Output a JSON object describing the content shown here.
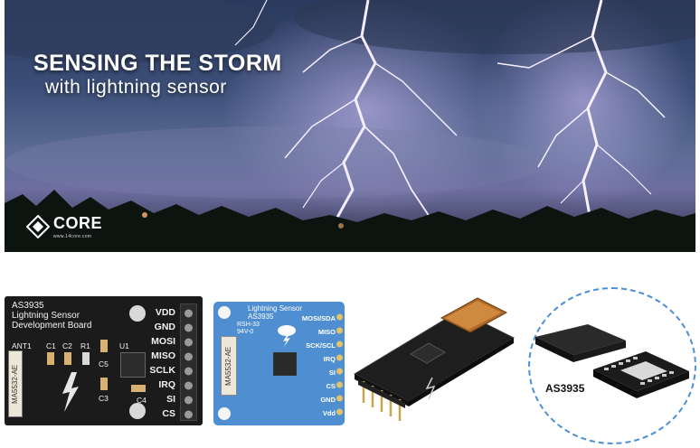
{
  "banner": {
    "title": "SENSING THE STORM",
    "subtitle": "with lightning sensor",
    "logo_word": "CORE",
    "logo_tagline": "www.14core.com",
    "logo_icon": "core-logo-icon"
  },
  "board1": {
    "title_lines": [
      "AS3935",
      "Lightning Sensor",
      "Development Board"
    ],
    "labels": [
      "ANT1",
      "C1",
      "C2",
      "R1",
      "U1",
      "C5",
      "C3",
      "C4"
    ],
    "pins": [
      "VDD",
      "GND",
      "MOSI",
      "MISO",
      "SCLK",
      "IRQ",
      "SI",
      "CS"
    ],
    "antenna_text": "MA5532-AE"
  },
  "board2": {
    "title_lines": [
      "Lightning Sensor",
      "AS3935"
    ],
    "part_lines": [
      "RSH-33",
      "94V-0"
    ],
    "pins": [
      "MOSI/SDA",
      "MISO",
      "SCK/SCL",
      "IRQ",
      "SI",
      "CS",
      "GND",
      "Vdd"
    ],
    "antenna_text": "MA5532-AE"
  },
  "chip": {
    "label": "AS3935"
  }
}
